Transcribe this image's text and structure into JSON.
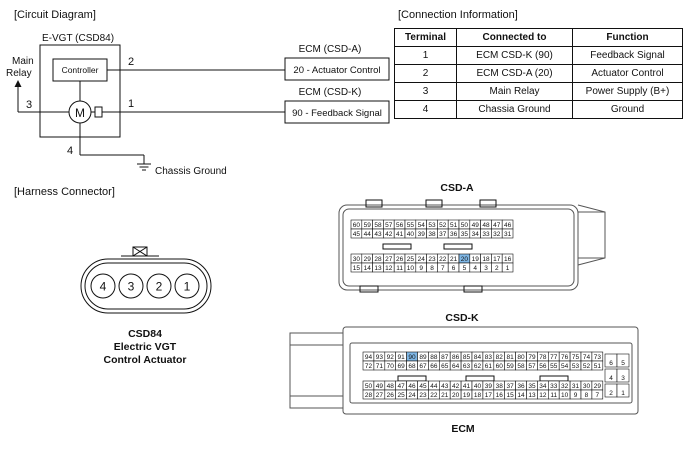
{
  "labels": {
    "circuit_diagram": "[Circuit Diagram]",
    "connection_information": "[Connection Information]",
    "harness_connector": "[Harness Connector]"
  },
  "circuit": {
    "component": "E-VGT (CSD84)",
    "controller": "Controller",
    "motor": "M",
    "main_relay_line1": "Main",
    "main_relay_line2": "Relay",
    "pin_2": "2",
    "pin_3": "3",
    "pin_1": "1",
    "pin_4": "4",
    "ecm_a_title": "ECM (CSD-A)",
    "ecm_a_box": "20 - Actuator Control",
    "ecm_k_title": "ECM (CSD-K)",
    "ecm_k_box": "90 - Feedback Signal",
    "chassis_ground": "Chassis Ground"
  },
  "connection_table": {
    "headers": [
      "Terminal",
      "Connected to",
      "Function"
    ],
    "rows": [
      [
        "1",
        "ECM CSD-K (90)",
        "Feedback Signal"
      ],
      [
        "2",
        "ECM CSD-A (20)",
        "Actuator Control"
      ],
      [
        "3",
        "Main Relay",
        "Power Supply (B+)"
      ],
      [
        "4",
        "Chassia Ground",
        "Ground"
      ]
    ]
  },
  "harness": {
    "csd84_pins": [
      "4",
      "3",
      "2",
      "1"
    ],
    "csd84_caption_1": "CSD84",
    "csd84_caption_2": "Electric VGT",
    "csd84_caption_3": "Control Actuator",
    "csd_a_title": "CSD-A",
    "csd_a_rows": [
      [
        "60",
        "59",
        "58",
        "57",
        "56",
        "55",
        "54",
        "53",
        "52",
        "51",
        "50",
        "49",
        "48",
        "47",
        "46"
      ],
      [
        "45",
        "44",
        "43",
        "42",
        "41",
        "40",
        "39",
        "38",
        "37",
        "36",
        "35",
        "34",
        "33",
        "32",
        "31"
      ],
      [
        "30",
        "29",
        "28",
        "27",
        "26",
        "25",
        "24",
        "23",
        "22",
        "21",
        "20",
        "19",
        "18",
        "17",
        "16"
      ],
      [
        "15",
        "14",
        "13",
        "12",
        "11",
        "10",
        "9",
        "8",
        "7",
        "6",
        "5",
        "4",
        "3",
        "2",
        "1"
      ]
    ],
    "csd_a_highlight": "20",
    "csd_k_title": "CSD-K",
    "csd_k_rows": [
      [
        "94",
        "93",
        "92",
        "91",
        "90",
        "89",
        "88",
        "87",
        "86",
        "85",
        "84",
        "83",
        "82",
        "81",
        "80",
        "79",
        "78",
        "77",
        "76",
        "75",
        "74",
        "73"
      ],
      [
        "72",
        "71",
        "70",
        "69",
        "68",
        "67",
        "66",
        "65",
        "64",
        "63",
        "62",
        "61",
        "60",
        "59",
        "58",
        "57",
        "56",
        "55",
        "54",
        "53",
        "52",
        "51"
      ],
      [
        "50",
        "49",
        "48",
        "47",
        "46",
        "45",
        "44",
        "43",
        "42",
        "41",
        "40",
        "39",
        "38",
        "37",
        "36",
        "35",
        "34",
        "33",
        "32",
        "31",
        "30",
        "29"
      ],
      [
        "28",
        "27",
        "26",
        "25",
        "24",
        "23",
        "22",
        "21",
        "20",
        "19",
        "18",
        "17",
        "16",
        "15",
        "14",
        "13",
        "12",
        "11",
        "10",
        "9",
        "8",
        "7"
      ]
    ],
    "csd_k_side": [
      [
        "6",
        "5"
      ],
      [
        "4",
        "3"
      ],
      [
        "2",
        "1"
      ]
    ],
    "csd_k_highlight": "90",
    "ecm_caption": "ECM",
    "highlight_color": "#7fb7e6"
  }
}
